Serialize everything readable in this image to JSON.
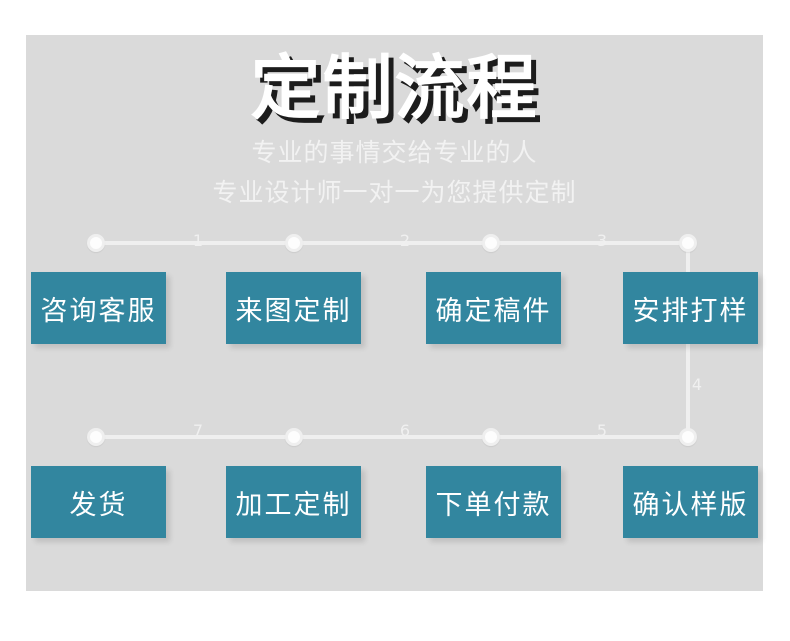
{
  "header": {
    "title": "定制流程",
    "subtitle_line1": "专业的事情交给专业的人",
    "subtitle_line2": "专业设计师一对一为您提供定制"
  },
  "colors": {
    "panel_bg": "#dadada",
    "box_fill": "#32869f",
    "rail": "#efefef",
    "text_on_box": "#ffffff",
    "title_shadow": "#1c1c1c"
  },
  "flow": {
    "top_row": [
      {
        "step": "1",
        "label": "咨询客服"
      },
      {
        "step": "2",
        "label": "来图定制"
      },
      {
        "step": "3",
        "label": "确定稿件"
      },
      {
        "step": "4",
        "label": "安排打样"
      }
    ],
    "bottom_row": [
      {
        "step": "7",
        "label": "发货"
      },
      {
        "step": "6",
        "label": "加工定制"
      },
      {
        "step": "5",
        "label": "下单付款"
      },
      {
        "step": "",
        "label": "确认样版"
      }
    ],
    "connector_labels": {
      "top_1": "1",
      "top_2": "2",
      "top_3": "3",
      "vertical_4": "4",
      "bottom_5": "5",
      "bottom_6": "6",
      "bottom_7": "7"
    }
  }
}
